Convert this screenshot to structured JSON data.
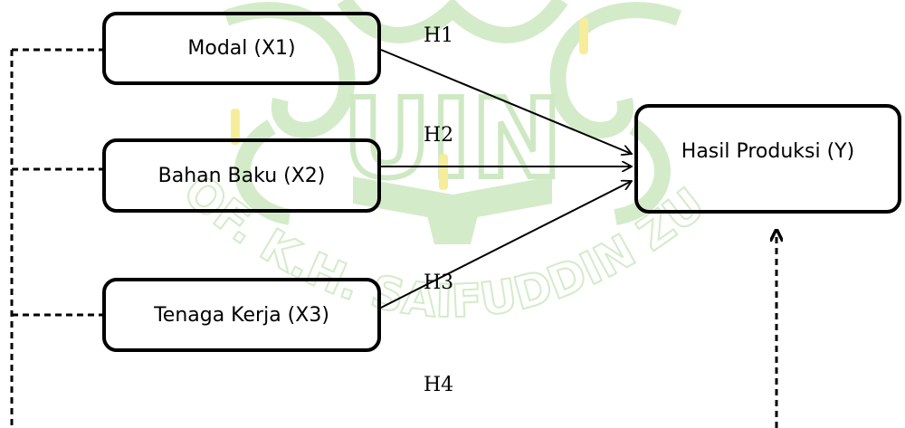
{
  "watermark": {
    "text": "UIN",
    "arc_text": "PROF. K.H. SAIFUDDIN ZUHRI",
    "colors": {
      "green": "#cfe8c4",
      "yellow": "#f6ed9a"
    }
  },
  "nodes": {
    "x1": "Modal (X1)",
    "x2": "Bahan Baku (X2)",
    "x3": "Tenaga Kerja (X3)",
    "y": "Hasil Produksi (Y)"
  },
  "hypotheses": {
    "h1": "H1",
    "h2": "H2",
    "h3": "H3",
    "h4": "H4"
  },
  "colors": {
    "line": "#000000"
  }
}
